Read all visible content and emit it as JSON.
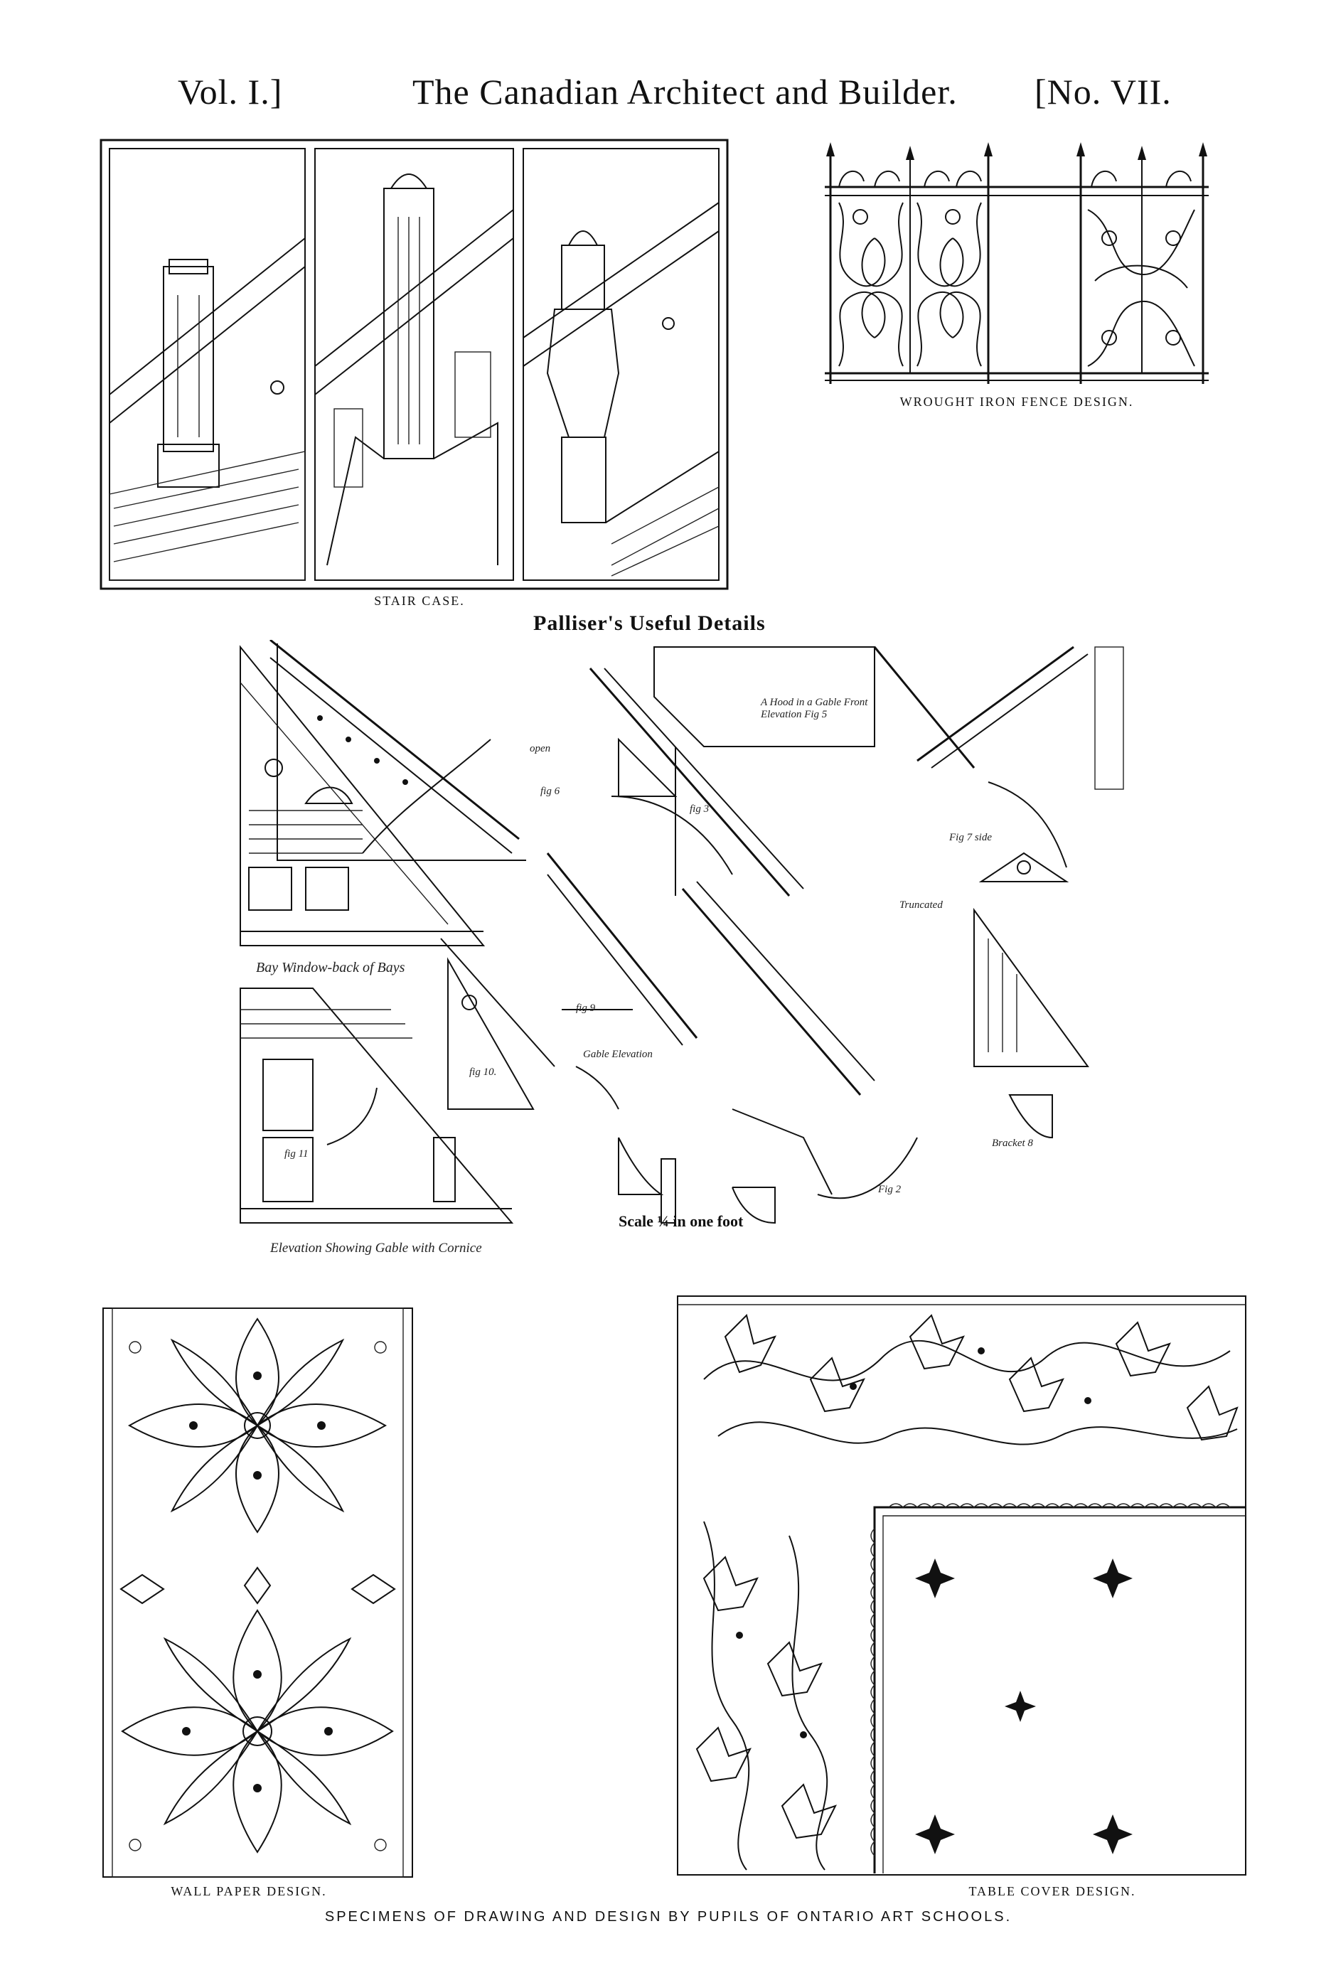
{
  "header": {
    "volume": "Vol. I.]",
    "title": "The Canadian Architect and Builder.",
    "number": "[No. VII."
  },
  "figures": {
    "stair_case": {
      "caption": "Stair Case."
    },
    "fence": {
      "caption": "Wrought Iron Fence Design."
    },
    "details": {
      "title": "Palliser's Useful Details",
      "labels": {
        "hood": "A Hood in a Gable Front Elevation Fig 5",
        "bay_window": "Bay Window-back of Bays",
        "elevation": "Elevation Showing Gable with Cornice",
        "scale": "Scale ¼ in one foot",
        "fig10": "fig 10.",
        "fig11": "fig 11",
        "fig6": "fig 6",
        "fig9": "fig 9",
        "fig3": "fig 3",
        "truncated": "Truncated",
        "bracket": "Bracket 8",
        "gable_elevation": "Gable Elevation",
        "open": "open",
        "fig7": "Fig 7 side",
        "fig2": "Fig 2"
      }
    },
    "wall_paper": {
      "caption": "Wall Paper Design."
    },
    "table_cover": {
      "caption": "Table Cover Design."
    }
  },
  "footer": {
    "caption": "Specimens of Drawing and Design by Pupils of Ontario Art Schools."
  }
}
